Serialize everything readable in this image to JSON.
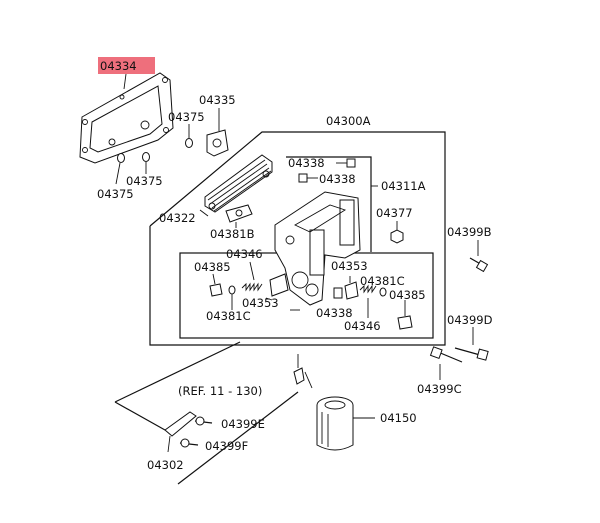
{
  "part_labels": {
    "p04334": "04334",
    "p04335": "04335",
    "p04375_a": "04375",
    "p04375_b": "04375",
    "p04375_c": "04375",
    "p04300A": "04300A",
    "p04338_a": "04338",
    "p04338_b": "04338",
    "p04338_c": "04338",
    "p04311A": "04311A",
    "p04322": "04322",
    "p04381B": "04381B",
    "p04377": "04377",
    "p04399B": "04399B",
    "p04346_a": "04346",
    "p04346_b": "04346",
    "p04385_a": "04385",
    "p04385_b": "04385",
    "p04353_a": "04353",
    "p04353_b": "04353",
    "p04381C_a": "04381C",
    "p04381C_b": "04381C",
    "p04399D": "04399D",
    "p04399C": "04399C",
    "ref": "(REF. 11 - 130)",
    "p04150": "04150",
    "p04399E": "04399E",
    "p04399F": "04399F",
    "p04302": "04302"
  },
  "highlight": {
    "part": "04334",
    "color": "#ee6f7c"
  }
}
